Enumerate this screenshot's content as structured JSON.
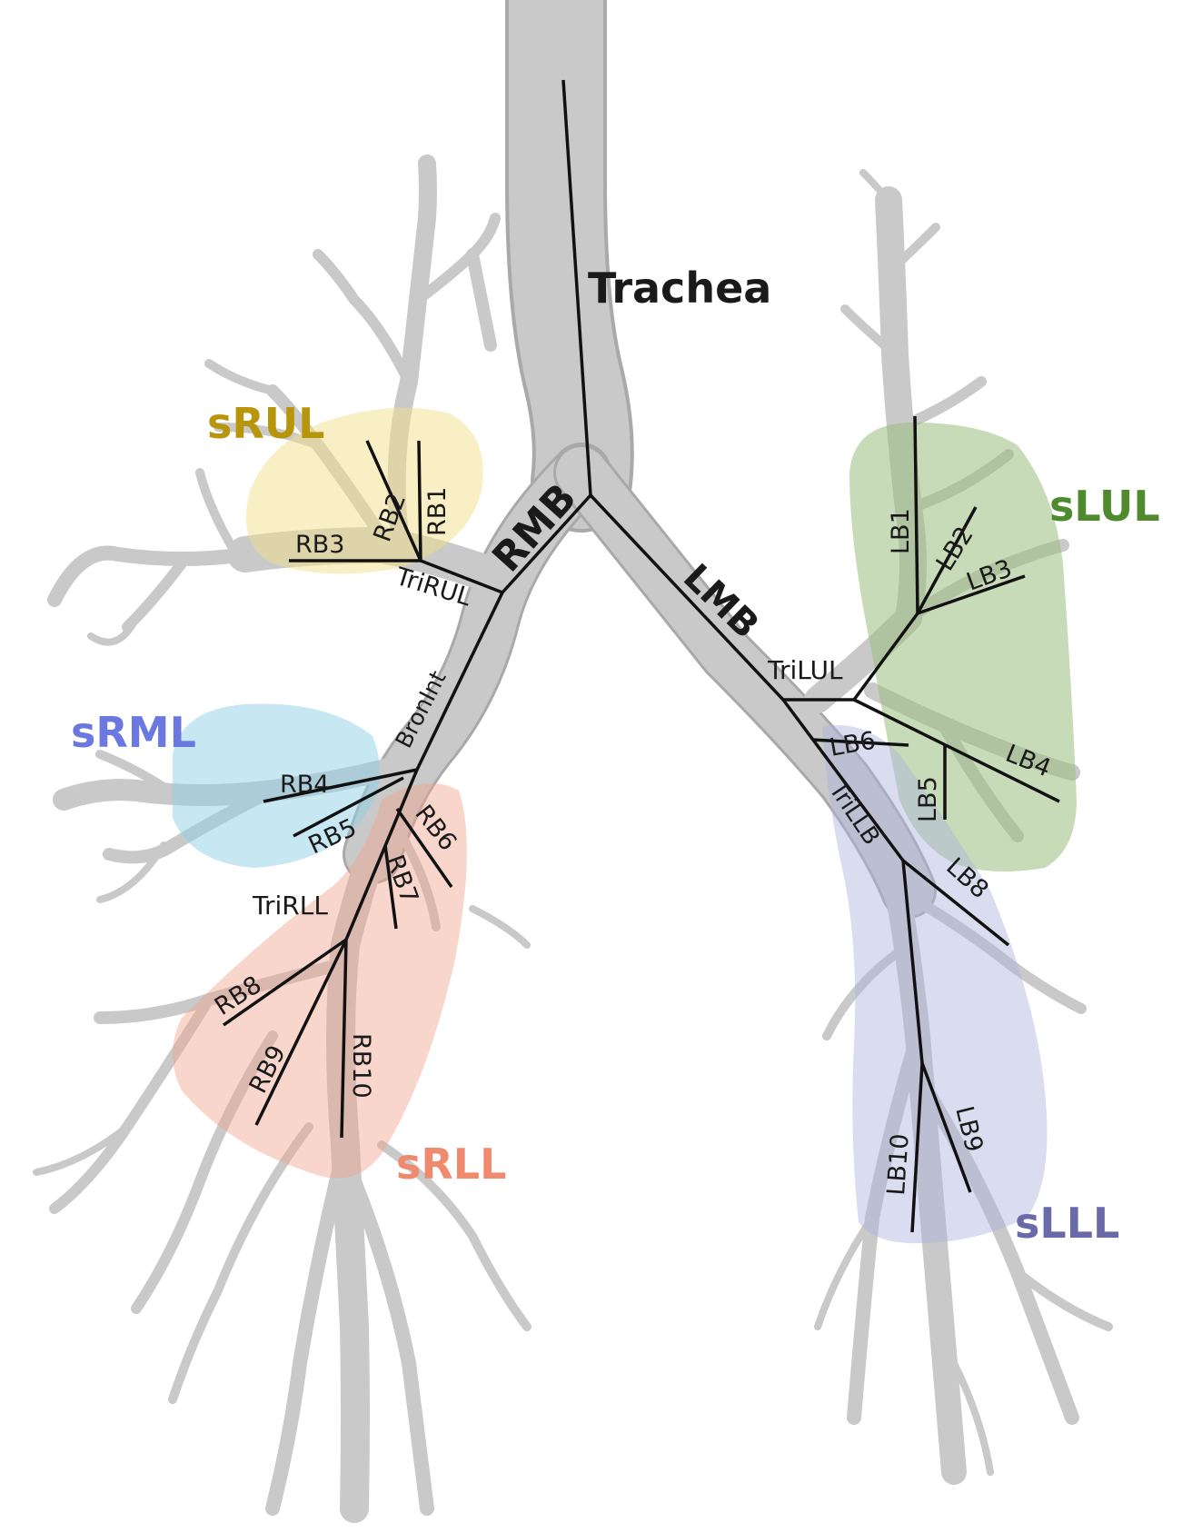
{
  "labels": {
    "trachea": "Trachea",
    "rmb": "RMB",
    "lmb": "LMB",
    "tri_rul": "TriRUL",
    "bron_int": "BronInt",
    "tri_lul": "TriLUL",
    "tri_llb": "TriLLB",
    "tri_rll": "TriRLL",
    "rb1": "RB1",
    "rb2": "RB2",
    "rb3": "RB3",
    "rb4": "RB4",
    "rb5": "RB5",
    "rb6": "RB6",
    "rb7": "RB7",
    "rb8": "RB8",
    "rb9": "RB9",
    "rb10": "RB10",
    "lb1": "LB1",
    "lb2": "LB2",
    "lb3": "LB3",
    "lb4": "LB4",
    "lb5": "LB5",
    "lb6": "LB6",
    "lb8": "LB8",
    "lb9": "LB9",
    "lb10": "LB10"
  },
  "regions": {
    "srul": {
      "label": "sRUL",
      "fill": "#f3e08a",
      "text_color": "#b8960c"
    },
    "srml": {
      "label": "sRML",
      "fill": "#8fcfe8",
      "text_color": "#6a78e0"
    },
    "srll": {
      "label": "sRLL",
      "fill": "#f2a38e",
      "text_color": "#f08a6e"
    },
    "slul": {
      "label": "sLUL",
      "fill": "#9bbd80",
      "text_color": "#4f8a2e"
    },
    "slll": {
      "label": "sLLL",
      "fill": "#aab4dc",
      "text_color": "#6a6aa8"
    }
  },
  "colors": {
    "airway": "#c9c9c9",
    "skeleton": "#111111",
    "background": "#ffffff"
  }
}
